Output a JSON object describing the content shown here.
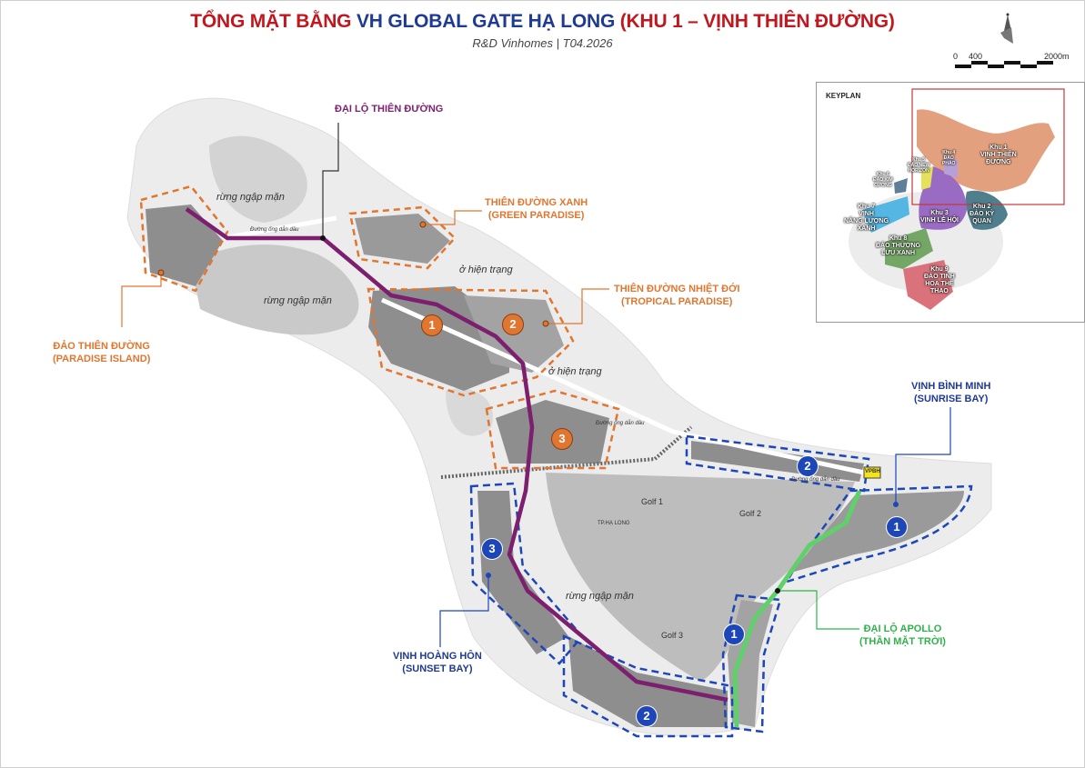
{
  "header": {
    "title_part1": "TỔNG MẶT BẰNG ",
    "title_part2": "VH GLOBAL GATE HẠ LONG",
    "title_part3": " (KHU 1 – VỊNH THIÊN ĐƯỜNG)",
    "subtitle": "R&D Vinhomes | T04.2026"
  },
  "scale_bar": {
    "start": "0",
    "mid": "400",
    "end": "2000m"
  },
  "compass": "north-arrow-icon",
  "routes": {
    "dai_lo_thien_duong": "ĐẠI LỘ THIÊN ĐƯỜNG",
    "dai_lo_apollo": [
      "ĐẠI LỘ APOLLO",
      "(THẦN MẶT TRỜI)"
    ]
  },
  "zones": {
    "green_paradise": [
      "THIÊN ĐƯỜNG XANH",
      "(GREEN PARADISE)"
    ],
    "tropical_paradise": [
      "THIÊN ĐƯỜNG NHIỆT ĐỚI",
      "(TROPICAL PARADISE)"
    ],
    "paradise_island": [
      "ĐẢO THIÊN ĐƯỜNG",
      "(PARADISE ISLAND)"
    ],
    "sunrise_bay": [
      "VỊNH BÌNH MINH",
      "(SUNRISE BAY)"
    ],
    "sunset_bay": [
      "VỊNH HOÀNG HÔN",
      "(SUNSET BAY)"
    ]
  },
  "markers": {
    "orange": [
      "1",
      "2",
      "3"
    ],
    "blue": [
      "2",
      "1",
      "3",
      "1",
      "2"
    ]
  },
  "map_text": {
    "mangrove": "rừng ngập mặn",
    "existing": "ở hiện trạng",
    "pipeline": "Đường ống dẫn dầu",
    "golf1": "Golf 1",
    "golf2": "Golf 2",
    "golf3": "Golf 3",
    "city": "TP.HẠ LONG",
    "vpbh": "VPBH"
  },
  "colors": {
    "route_purple": "#7b1f6e",
    "route_green": "#5fd06a",
    "orange": "#e0762f",
    "blue": "#1d47b8",
    "title_red": "#c0181e",
    "title_blue": "#1f3a93"
  },
  "keyplan": {
    "title": "KEYPLAN",
    "zones": [
      {
        "label": [
          "Khu 1",
          "VỊNH THIÊN",
          "ĐƯỜNG"
        ],
        "color": "#e3a07f"
      },
      {
        "label": [
          "Khu 2",
          "ĐẢO KỲ",
          "QUAN"
        ],
        "color": "#4f7f8c"
      },
      {
        "label": [
          "Khu 3",
          "VỊNH LỄ HỘI"
        ],
        "color": "#9a6bc2"
      },
      {
        "label": [
          "Khu 4",
          "ĐẢO",
          "PHÁO"
        ],
        "color": "#b7a0d8"
      },
      {
        "label": [
          "Khu 5",
          "ĐẢO NEW",
          "HORIZON"
        ],
        "color": "#e3e25a"
      },
      {
        "label": [
          "Khu 6",
          "ĐẢO KIM",
          "CƯƠNG"
        ],
        "color": "#5f7f99"
      },
      {
        "label": [
          "Khu 7",
          "VỊNH",
          "NĂNG LƯỢNG",
          "XANH"
        ],
        "color": "#54b6e3"
      },
      {
        "label": [
          "Khu 8",
          "ĐẢO THƯỢNG",
          "LƯU XANH"
        ],
        "color": "#74a666"
      },
      {
        "label": [
          "Khu 9",
          "ĐẢO TINH",
          "HOA THỂ",
          "THAO"
        ],
        "color": "#d9727a"
      }
    ]
  }
}
